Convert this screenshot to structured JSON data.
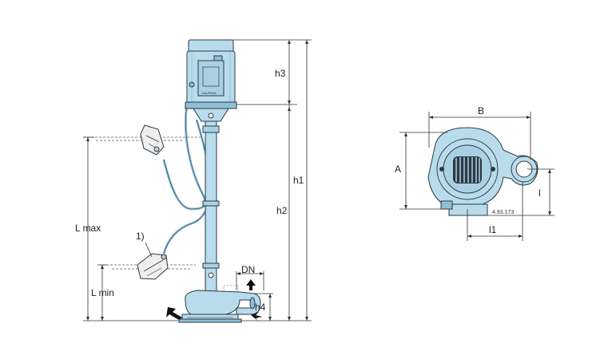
{
  "colors": {
    "pump_fill": "#b9dcec",
    "pump_dark": "#8fbfd6",
    "outline": "#2b3a44",
    "float_fill": "#eeeeee"
  },
  "side_view": {
    "labels": {
      "h1": "h1",
      "h2": "h2",
      "h3": "h3",
      "h4": "h4",
      "l_max": "L max",
      "l_min": "L min",
      "dn": "DN",
      "note": "1)",
      "motor_badge": "CALPEDA"
    }
  },
  "top_view": {
    "labels": {
      "a": "A",
      "b": "B",
      "l": "l",
      "l1": "l1",
      "drawing_code": "4.93.173"
    }
  }
}
